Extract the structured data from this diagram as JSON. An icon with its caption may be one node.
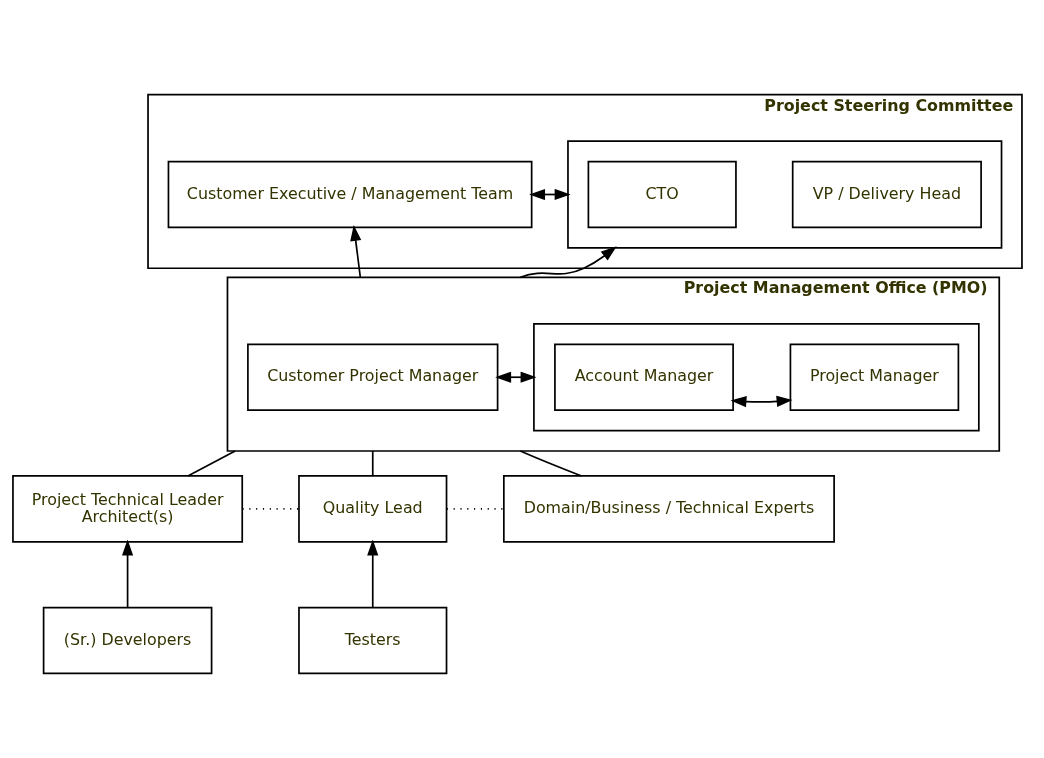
{
  "diagram": {
    "nodes": [
      {
        "text": [
          "Project Steering Committee"
        ]
      },
      {
        "text": [
          "Customer Executive / Management Team"
        ],
        "in": 0
      },
      {
        "text": [],
        "shape": "box",
        "in": 0
      },
      {
        "text": [
          "CTO"
        ],
        "in": 2
      },
      {
        "text": [
          "VP / Delivery Head"
        ],
        "in": 2
      },
      {
        "text": [
          "Project Management Office (PMO)"
        ]
      },
      {
        "text": [
          "Customer Project Manager"
        ],
        "in": 5
      },
      {
        "text": [],
        "shape": "box",
        "in": 5
      },
      {
        "text": [
          "Account Manager"
        ],
        "in": 7
      },
      {
        "text": [
          "Project Manager"
        ],
        "in": 7
      },
      {
        "text": [
          "Project Technical Leader",
          "Architect(s)"
        ]
      },
      {
        "text": [
          "Quality Lead"
        ]
      },
      {
        "text": [
          "Domain/Business / Technical Experts"
        ]
      },
      {
        "text": [
          "(Sr.) Developers"
        ]
      },
      {
        "text": [
          "Testers"
        ]
      }
    ],
    "edges": [
      {
        "from": 1,
        "to": 2,
        "arrow": "both"
      },
      {
        "from": 5,
        "to": 1,
        "arrow": "to"
      },
      {
        "from": 5,
        "to": 2,
        "arrow": "to"
      },
      {
        "from": 6,
        "to": 7,
        "arrow": "both"
      },
      {
        "from": 8,
        "to": 9,
        "arrow": "both"
      },
      {
        "from": 10,
        "to": 5,
        "arrow": "none"
      },
      {
        "from": 11,
        "to": 5,
        "arrow": "none"
      },
      {
        "from": 12,
        "to": 5,
        "arrow": "none"
      },
      {
        "from": 10,
        "to": 11,
        "arrow": "none",
        "style": "dashed"
      },
      {
        "from": 11,
        "to": 12,
        "arrow": "none",
        "style": "dashed"
      },
      {
        "from": 13,
        "to": 10,
        "arrow": "to"
      },
      {
        "from": 14,
        "to": 11,
        "arrow": "to"
      }
    ]
  }
}
